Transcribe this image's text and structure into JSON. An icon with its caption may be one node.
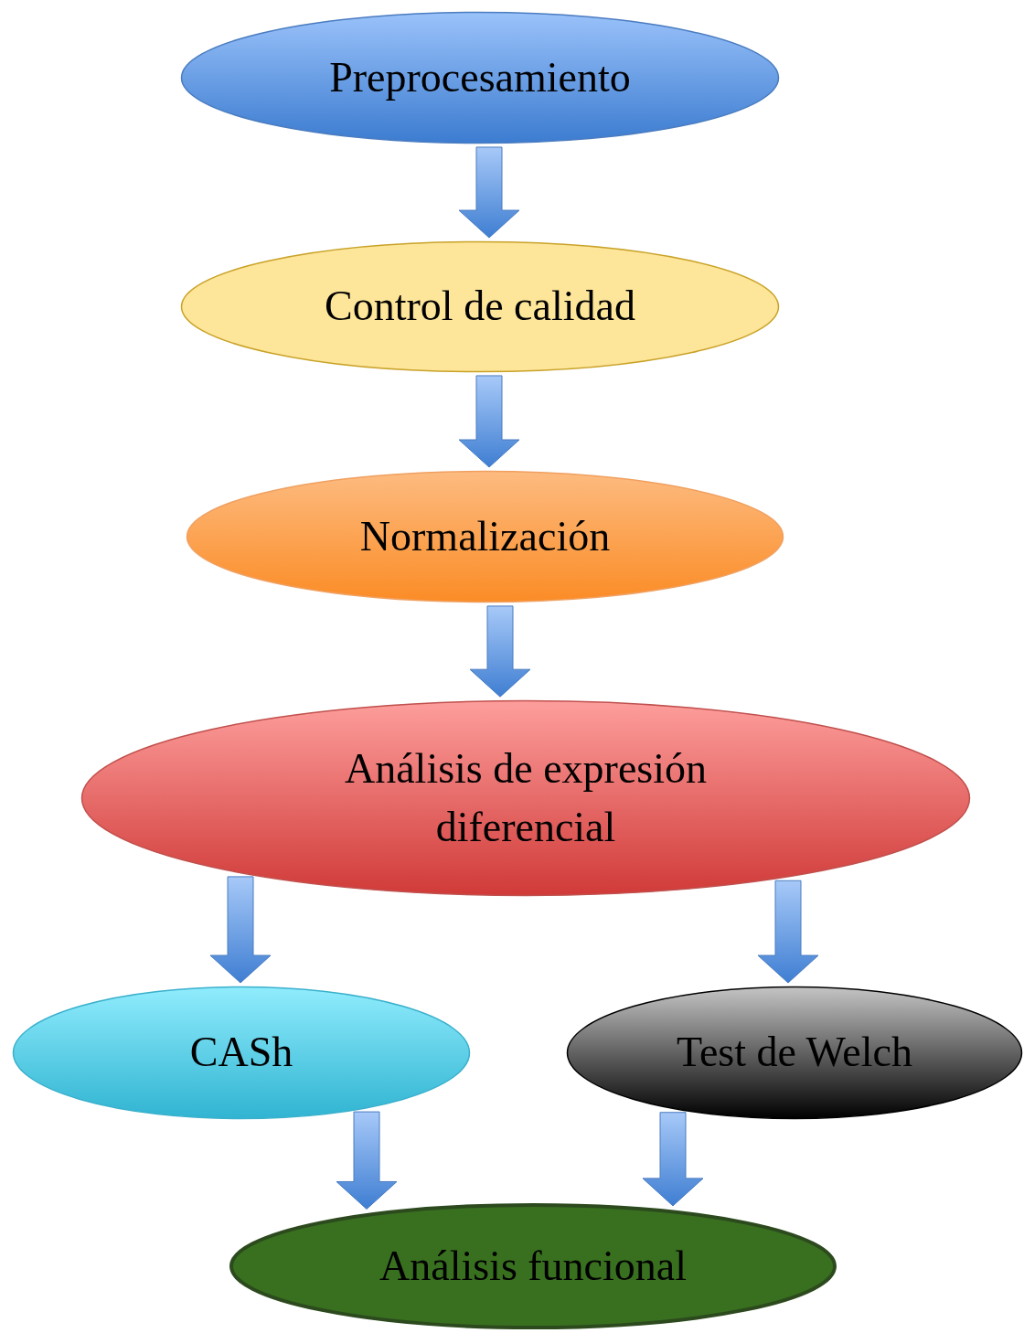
{
  "diagram": {
    "nodes": [
      {
        "text": [
          "Preprocesamiento"
        ]
      },
      {
        "text": [
          "Control de calidad"
        ]
      },
      {
        "text": [
          "Normalización"
        ]
      },
      {
        "text": [
          "Análisis de expresión diferencial"
        ]
      },
      {
        "text": [
          "CASh"
        ]
      },
      {
        "text": [
          "Test de Welch"
        ]
      },
      {
        "text": [
          "Análisis funcional"
        ]
      }
    ],
    "edges": [
      {
        "from": 0,
        "to": 1,
        "arrow": "to"
      },
      {
        "from": 1,
        "to": 2,
        "arrow": "to"
      },
      {
        "from": 2,
        "to": 3,
        "arrow": "to"
      },
      {
        "from": 3,
        "to": 4,
        "arrow": "to"
      },
      {
        "from": 3,
        "to": 5,
        "arrow": "to"
      },
      {
        "from": 4,
        "to": 6,
        "arrow": "to"
      },
      {
        "from": 5,
        "to": 6,
        "arrow": "to"
      }
    ]
  }
}
